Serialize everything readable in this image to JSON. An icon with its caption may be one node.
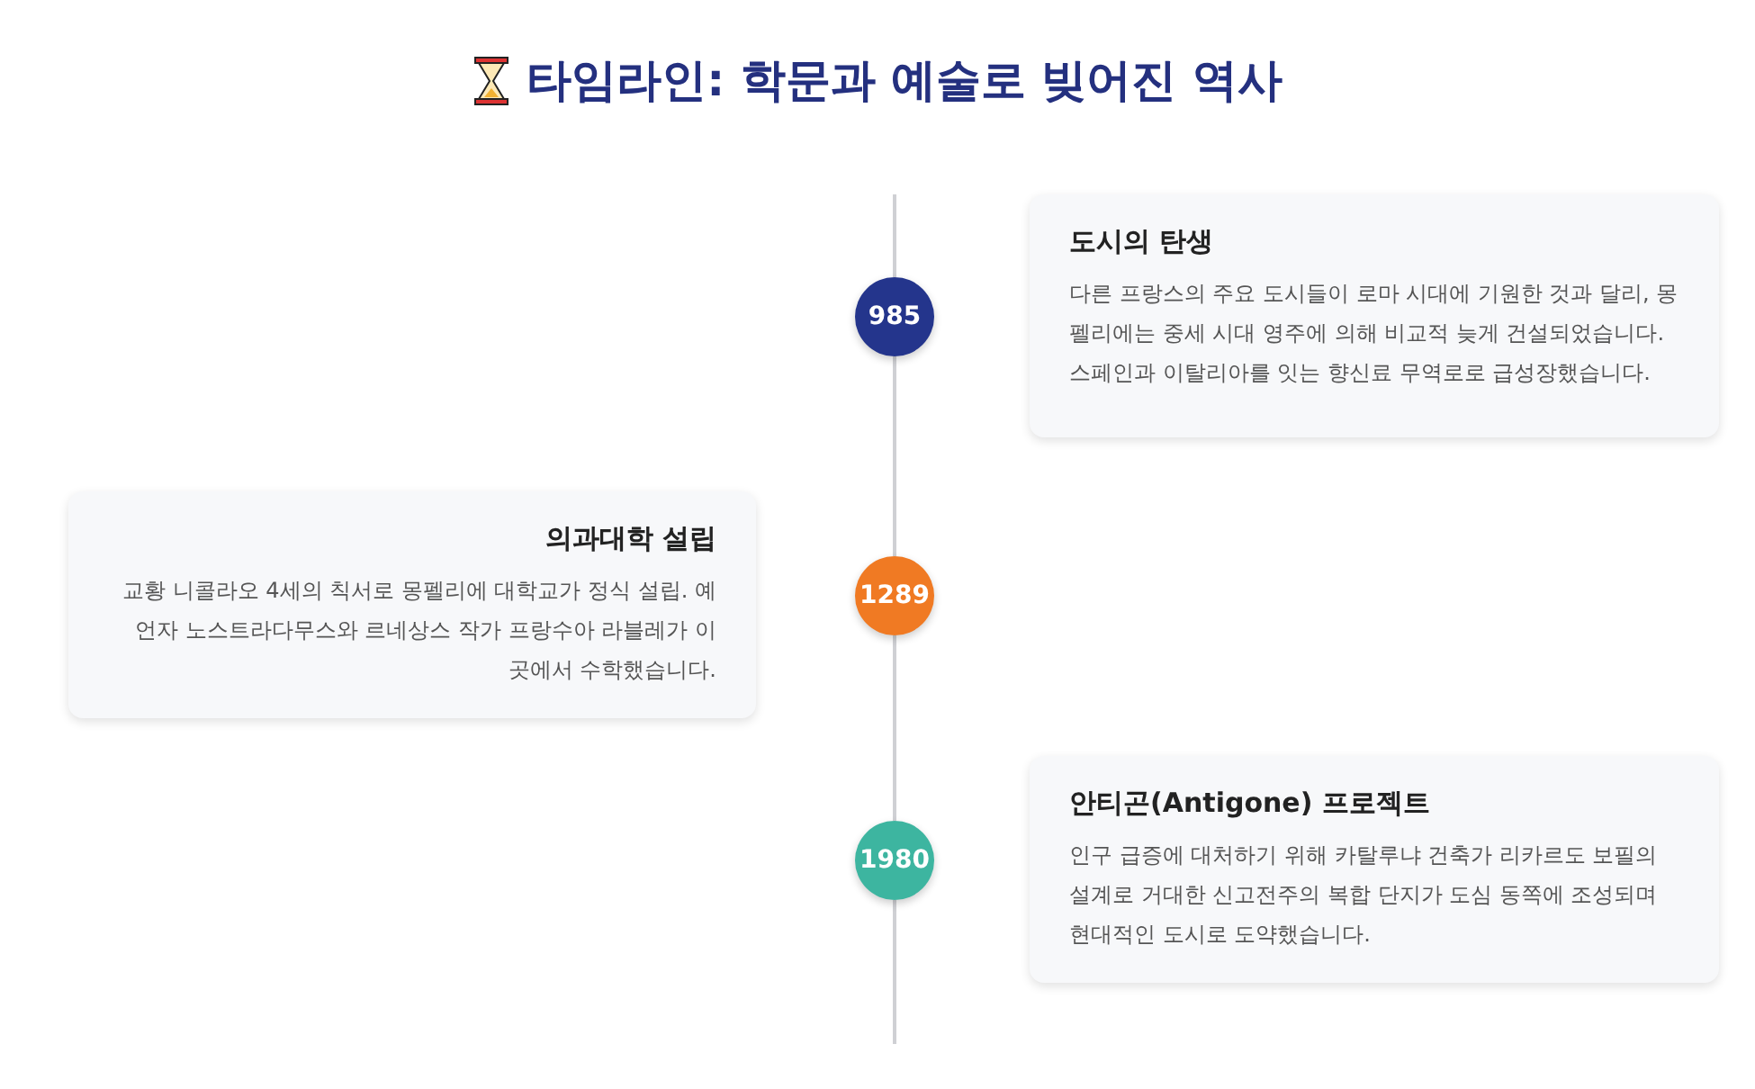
{
  "diagram": {
    "title": "타임라인: 학문과 예술로 빚어진 역사",
    "nodes": [
      {
        "text": [
          "985"
        ]
      },
      {
        "text": [
          "도시의 탄생",
          "다른 프랑스의 주요 도시들이 로마 시대에 기원한 것과 달리, 몽펠리에는 중세 시대 영주에 의해 비교적 늦게 건설되었습니다. 스페인과 이탈리아를 잇는 향신료 무역로로 급성장했습니다."
        ]
      },
      {
        "text": [
          "1289"
        ]
      },
      {
        "text": [
          "의과대학 설립",
          "교황 니콜라오 4세의 칙서로 몽펠리에 대학교가 정식 설립. 예언자 노스트라다무스와 르네상스 작가 프랑수아 라블레가 이 곳에서 수학했습니다."
        ]
      },
      {
        "text": [
          "1980"
        ]
      },
      {
        "text": [
          "안티곤(Antigone) 프로젝트",
          "인구 급증에 대처하기 위해 카탈루냐 건축가 리카르도 보필의 설계로 거대한 신고전주의 복합 단지가 도심 동쪽에 조성되며 현대적인 도시로 도약했습니다."
        ]
      }
    ],
    "edges": [
      {
        "from": 0,
        "to": 2,
        "arrow": "none"
      },
      {
        "from": 2,
        "to": 4,
        "arrow": "none"
      }
    ]
  }
}
